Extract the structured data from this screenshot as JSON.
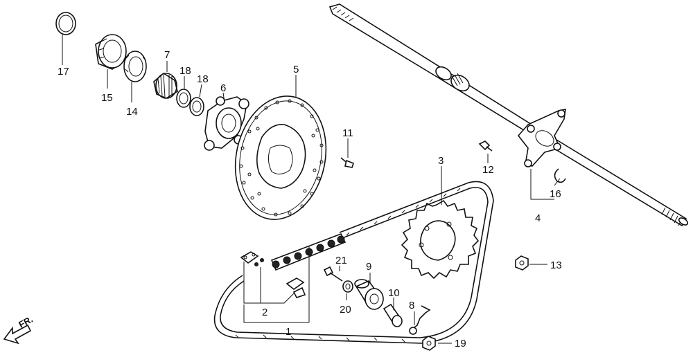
{
  "diagram": {
    "orientation_label": "FR.",
    "callouts": {
      "p1": "1",
      "p2": "2",
      "p3": "3",
      "p4": "4",
      "p5": "5",
      "p6": "6",
      "p7": "7",
      "p8": "8",
      "p9": "9",
      "p10": "10",
      "p11": "11",
      "p12": "12",
      "p13": "13",
      "p14": "14",
      "p15": "15",
      "p16": "16",
      "p17": "17",
      "p18a": "18",
      "p18b": "18",
      "p19": "19",
      "p20": "20",
      "p21": "21"
    }
  }
}
